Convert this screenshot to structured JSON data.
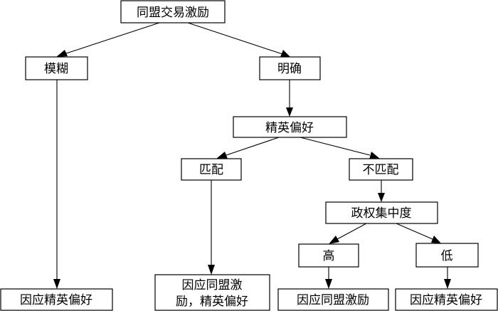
{
  "nodes": {
    "root": "同盟交易激励",
    "vague": "模糊",
    "clear": "明确",
    "elite_pref": "精英偏好",
    "match": "匹配",
    "mismatch": "不匹配",
    "centralization": "政权集中度",
    "high": "高",
    "low": "低",
    "out_elite_1": "因应精英偏好",
    "out_both_line1": "因应同盟激",
    "out_both_line2": "励，精英偏好",
    "out_alliance": "因应同盟激励",
    "out_elite_2": "因应精英偏好"
  }
}
